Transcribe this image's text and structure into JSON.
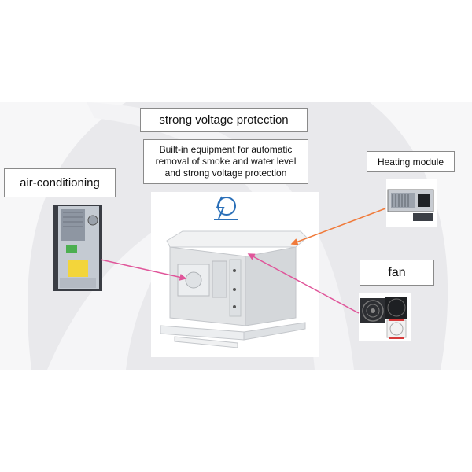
{
  "labels": {
    "title": "strong voltage protection",
    "description": "Built-in equipment for automatic removal of smoke and water level and strong voltage protection",
    "air_conditioning": "air-conditioning",
    "heating_module": "Heating module",
    "fan": "fan"
  },
  "colors": {
    "slide_background": "#e9e9ec",
    "arrow_pink": "#e0559a",
    "arrow_orange": "#f07a3a",
    "cabinet": "#e6e8ea",
    "logo_blue": "#2a6fb8"
  },
  "icons": {
    "logo": "lightning-shield-logo"
  }
}
